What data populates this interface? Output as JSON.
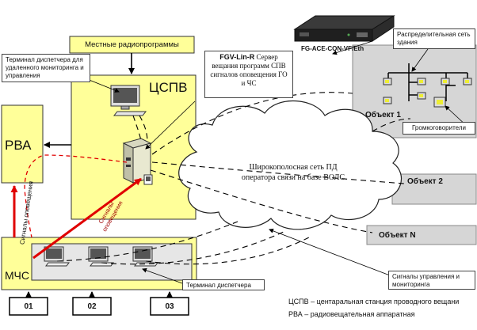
{
  "labels": {
    "local_programs": "Местные радиопрограммы",
    "terminal_remote": "Терминал диспетчера для удаленного мониторинга и управления",
    "cspv": "ЦСПВ",
    "rva": "РВА",
    "mchs": "МЧС",
    "fgv_server_name": "FGV-Lin-R",
    "fgv_server_desc": " Сервер вещания программ СПВ сигналов оповещения ГО и ЧС",
    "device_model": "FG-ACE-CON-VF/Eth",
    "building_network": "Распределительная сеть здания",
    "object1": "Объект 1",
    "object2": "Объект 2",
    "objectN": "Объект N",
    "speakers": "Громкоговорители",
    "cloud_text": "Широкополосная сеть ПД оператора связи на базе ВОЛС",
    "signals_alert_left": "Сигналы оповещения",
    "signals_alert_mid": "Сигналы оповещения",
    "terminal_dispatcher": "Терминал диспетчера",
    "signals_control": "Сигналы управления и мониторинга",
    "legend_cspv": "ЦСПВ – центаральная станция проводного вещани",
    "legend_rva": "РВА – радиовещательная аппаратная"
  },
  "channels": [
    "01",
    "02",
    "03"
  ],
  "colors": {
    "yellow_fill": "#ffff99",
    "gray_fill": "#d6d6d6",
    "alert_red": "#e00000"
  }
}
